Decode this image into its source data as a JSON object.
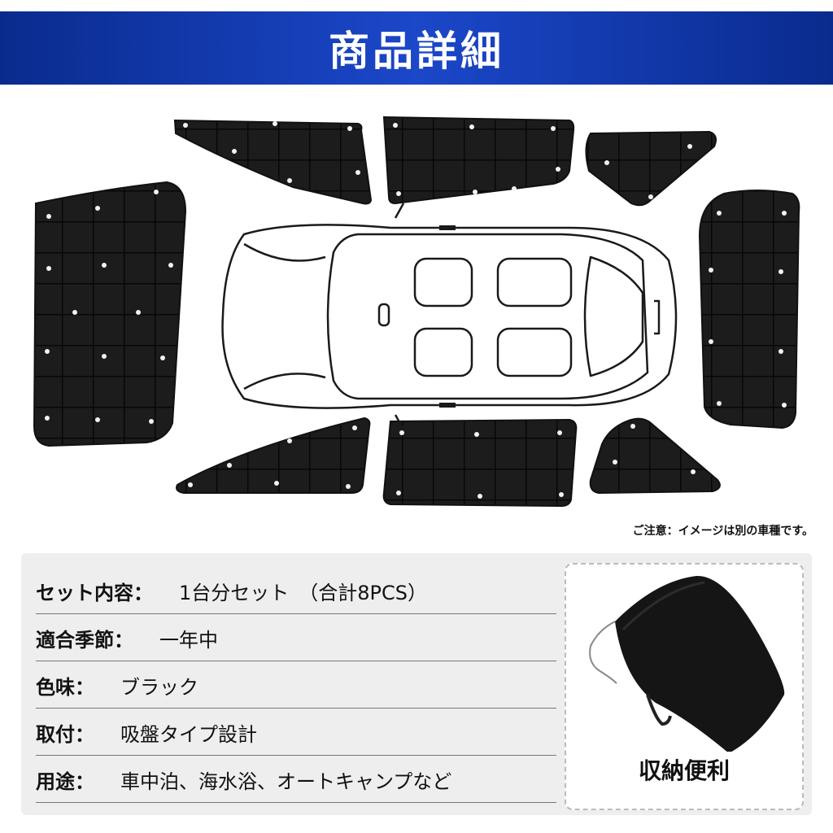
{
  "header": {
    "title": "商品詳細"
  },
  "note": "ご注意：イメージは別の車種です。",
  "specs": [
    {
      "label": "セット内容：",
      "value": "1台分セット　（合計8PCS）"
    },
    {
      "label": "適合季節：",
      "value": "一年中"
    },
    {
      "label": "色味：",
      "value": "ブラック"
    },
    {
      "label": "取付：",
      "value": "吸盤タイプ設計"
    },
    {
      "label": "用途：",
      "value": "車中泊、海水浴、オートキャンプなど"
    }
  ],
  "storage": {
    "label": "収納便利"
  },
  "colors": {
    "header_blue": "#1b47c9",
    "panel": "#1c1c1c",
    "quilt_line": "#050505",
    "suction_cup": "#f2f2f2",
    "info_bg": "#eeeeee"
  }
}
